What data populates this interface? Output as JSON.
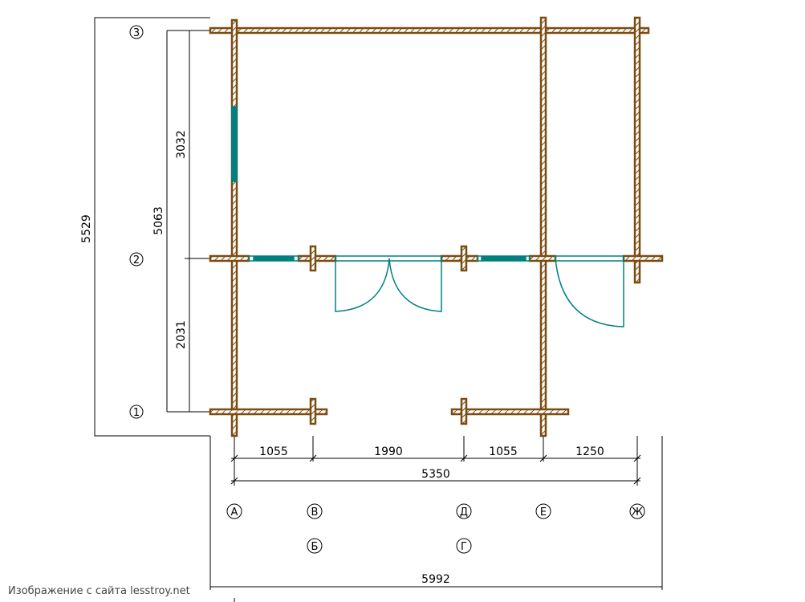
{
  "colors": {
    "wall": "#7a4c10",
    "glass": "#008080",
    "line": "#000000"
  },
  "dimensions": {
    "overall_height": "5529",
    "inner_height": "5063",
    "upper_room": "3032",
    "lower_room": "2031",
    "segments": [
      "1055",
      "1990",
      "1055",
      "1250"
    ],
    "inner_width": "5350",
    "overall_width": "5992"
  },
  "axes": {
    "rows": [
      "3",
      "2",
      "1"
    ],
    "columns": [
      "А",
      "В",
      "Д",
      "Е",
      "Ж"
    ],
    "columns_lower": [
      "Б",
      "Г"
    ]
  },
  "watermark": "Изображение с сайта lesstroy.net"
}
